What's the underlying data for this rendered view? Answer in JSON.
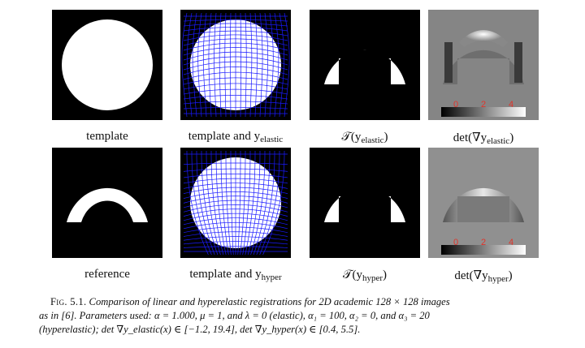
{
  "rows": [
    {
      "panels": [
        {
          "kind": "disk",
          "caption_main": "template",
          "caption_sub": ""
        },
        {
          "kind": "grid-elastic",
          "caption_main": "template and y",
          "caption_sub": "elastic"
        },
        {
          "kind": "arc",
          "caption_main": "𝒯(y",
          "caption_sub": "elastic",
          "caption_end": ")"
        },
        {
          "kind": "det-elastic",
          "caption_main": "det(∇y",
          "caption_sub": "elastic",
          "caption_end": ")"
        }
      ]
    },
    {
      "panels": [
        {
          "kind": "arc",
          "caption_main": "reference",
          "caption_sub": ""
        },
        {
          "kind": "grid-hyper",
          "caption_main": "template and y",
          "caption_sub": "hyper"
        },
        {
          "kind": "arc",
          "caption_main": "𝒯(y",
          "caption_sub": "hyper",
          "caption_end": ")"
        },
        {
          "kind": "det-hyper",
          "caption_main": "det(∇y",
          "caption_sub": "hyper",
          "caption_end": ")"
        }
      ]
    }
  ],
  "colorbar_ticks": [
    "0",
    "2",
    "4"
  ],
  "figure_caption": {
    "label": "Fig. 5.1.",
    "line1": "Comparison of linear and hyperelastic registrations for 2D academic 128 × 128 images",
    "line2": "as in [6]. Parameters used: α = 1.000, μ = 1, and λ = 0 (elastic), α₁ = 100, α₂ = 0, and α₃ = 20",
    "line3": "(hyperelastic); det ∇y_elastic(x) ∈ [−1.2, 19.4], det ∇y_hyper(x) ∈ [0.4, 5.5]."
  },
  "colors": {
    "grid": "#1a1aff",
    "colorbar_text": "#e0342a",
    "background_dark": "#000000",
    "shape": "#ffffff"
  }
}
